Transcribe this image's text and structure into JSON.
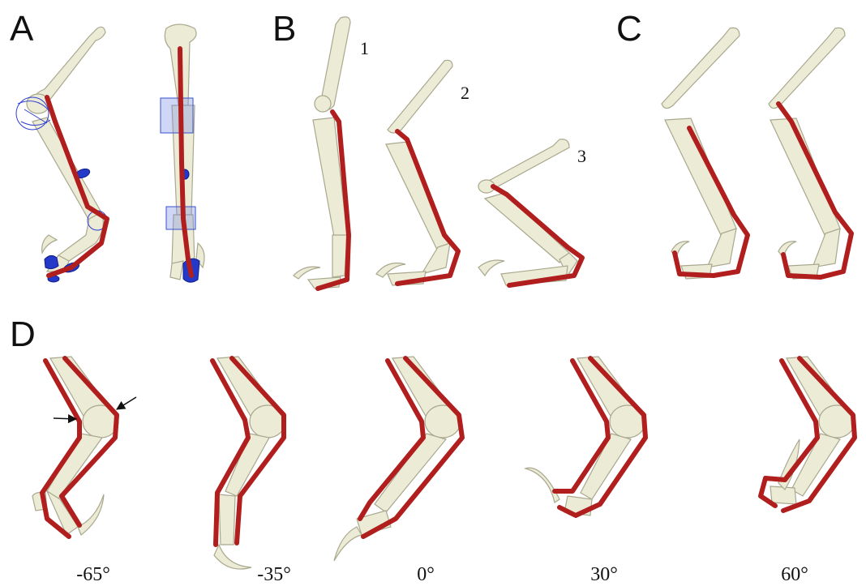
{
  "panels": {
    "a": "A",
    "b": "B",
    "c": "C",
    "d": "D"
  },
  "poses": [
    "1",
    "2",
    "3"
  ],
  "angles": [
    "-65°",
    "-35°",
    "0°",
    "30°",
    "60°"
  ],
  "colors": {
    "bone": "#ecebd6",
    "tendon": "#b01e1e",
    "wrapping_surface": "#2539c9"
  }
}
